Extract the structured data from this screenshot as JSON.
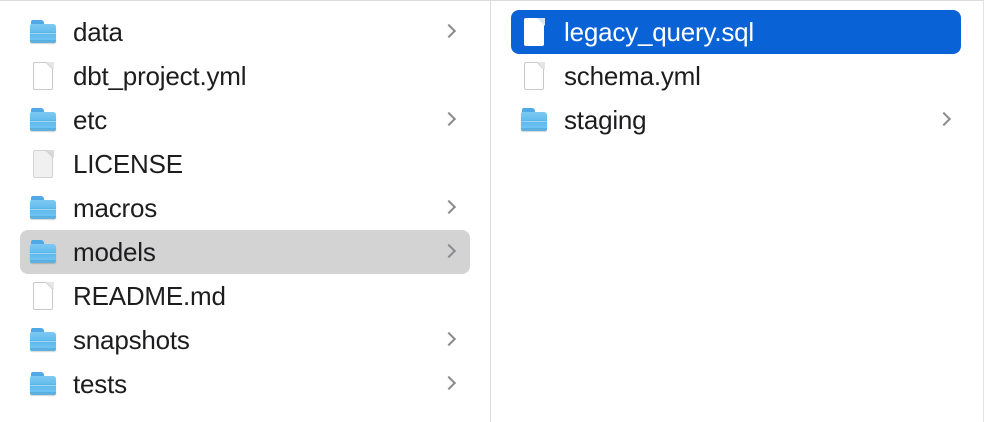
{
  "window": {
    "app": "Finder",
    "view": "column-view",
    "background_color": "#ffffff",
    "divider_color": "#dcdcdc",
    "selection_blue": "#0a63d6",
    "selection_gray": "#d3d3d3",
    "text_color": "#1d1d1f",
    "chevron_color": "#8b8b8f"
  },
  "columns": [
    {
      "name": "parent-column",
      "items": [
        {
          "label": "data",
          "kind": "folder",
          "icon": "folder-icon",
          "has_chevron": true,
          "selected": false
        },
        {
          "label": "dbt_project.yml",
          "kind": "file",
          "icon": "document-icon",
          "has_chevron": false,
          "selected": false
        },
        {
          "label": "etc",
          "kind": "folder",
          "icon": "folder-icon",
          "has_chevron": true,
          "selected": false
        },
        {
          "label": "LICENSE",
          "kind": "file",
          "icon": "document-plain-icon",
          "has_chevron": false,
          "selected": false
        },
        {
          "label": "macros",
          "kind": "folder",
          "icon": "folder-icon",
          "has_chevron": true,
          "selected": false
        },
        {
          "label": "models",
          "kind": "folder",
          "icon": "folder-icon",
          "has_chevron": true,
          "selected": true,
          "selection_style": "gray"
        },
        {
          "label": "README.md",
          "kind": "file",
          "icon": "document-icon",
          "has_chevron": false,
          "selected": false
        },
        {
          "label": "snapshots",
          "kind": "folder",
          "icon": "folder-icon",
          "has_chevron": true,
          "selected": false
        },
        {
          "label": "tests",
          "kind": "folder",
          "icon": "folder-icon",
          "has_chevron": true,
          "selected": false
        }
      ]
    },
    {
      "name": "models-column",
      "items": [
        {
          "label": "legacy_query.sql",
          "kind": "file",
          "icon": "document-icon",
          "has_chevron": false,
          "selected": true,
          "selection_style": "blue"
        },
        {
          "label": "schema.yml",
          "kind": "file",
          "icon": "document-icon",
          "has_chevron": false,
          "selected": false
        },
        {
          "label": "staging",
          "kind": "folder",
          "icon": "folder-icon",
          "has_chevron": true,
          "selected": false
        }
      ]
    }
  ]
}
